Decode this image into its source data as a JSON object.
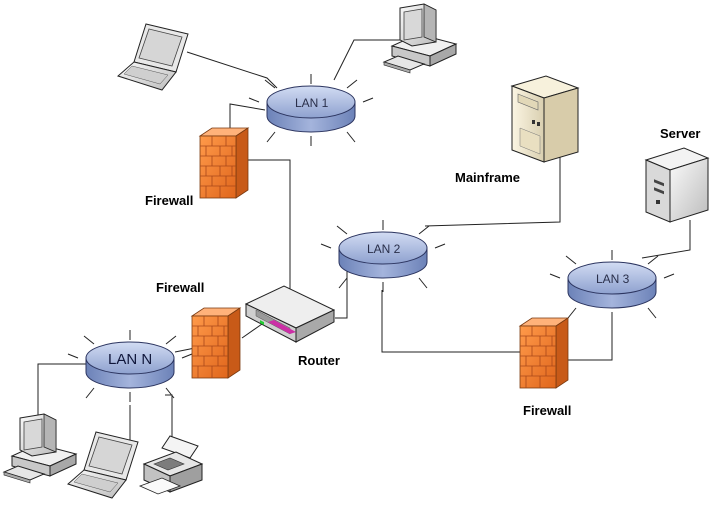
{
  "hubs": [
    {
      "id": "lan1",
      "label": "LAN 1"
    },
    {
      "id": "lan2",
      "label": "LAN 2"
    },
    {
      "id": "lan3",
      "label": "LAN 3"
    },
    {
      "id": "lann",
      "label": "LAN N"
    }
  ],
  "labels": {
    "firewall_top": "Firewall",
    "firewall_mid": "Firewall",
    "firewall_right": "Firewall",
    "router": "Router",
    "mainframe": "Mainframe",
    "server": "Server"
  },
  "colors": {
    "hub_fill": "#a9b9de",
    "hub_top": "#c9d4ef",
    "hub_side": "#7f93c4",
    "firewall": "#f07a2c",
    "firewall_dark": "#b94e10",
    "device_light": "#eeeeee",
    "device_mid": "#bdbdbd",
    "mainframe": "#efe7cf",
    "wire": "#222222"
  },
  "icons": [
    "laptop-icon",
    "desktop-computer-icon",
    "mainframe-icon",
    "server-icon",
    "router-icon",
    "firewall-icon",
    "printer-icon",
    "hub-icon"
  ]
}
